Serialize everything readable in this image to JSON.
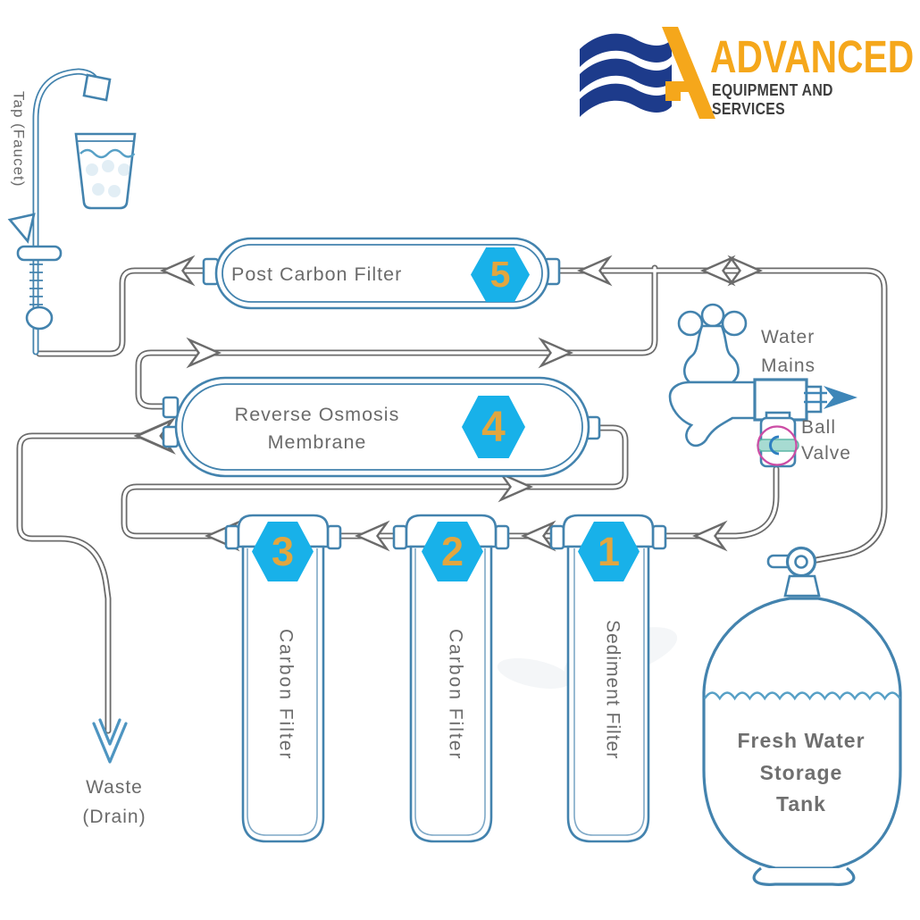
{
  "logo": {
    "brand": "ADVANCED",
    "tagline": "EQUIPMENT AND SERVICES",
    "brand_color": "#F5A71B",
    "tagline_color": "#3E3E3E",
    "wave_color": "#1D3B8B"
  },
  "labels": {
    "tap": "Tap (Faucet)",
    "waste_line1": "Waste",
    "waste_line2": "(Drain)",
    "water_mains_line1": "Water",
    "water_mains_line2": "Mains",
    "ball_valve_line1": "Ball",
    "ball_valve_line2": "Valve",
    "tank_line1": "Fresh Water",
    "tank_line2": "Storage",
    "tank_line3": "Tank"
  },
  "stages": {
    "1": {
      "number": "1",
      "label": "Sediment Filter"
    },
    "2": {
      "number": "2",
      "label": "Carbon Filter"
    },
    "3": {
      "number": "3",
      "label": "Carbon Filter"
    },
    "4": {
      "number": "4",
      "label_line1": "Reverse Osmosis",
      "label_line2": "Membrane"
    },
    "5": {
      "number": "5",
      "label": "Post Carbon Filter"
    }
  },
  "colors": {
    "pipe": "#6B6B6B",
    "component_outline": "#4383AE",
    "hexagon": "#18B1E9",
    "stage_number": "#E2A63F",
    "label_text": "#6B6B6B",
    "ball_valve_ring": "#CC4DA5",
    "water_arrow": "#3E86B8"
  }
}
